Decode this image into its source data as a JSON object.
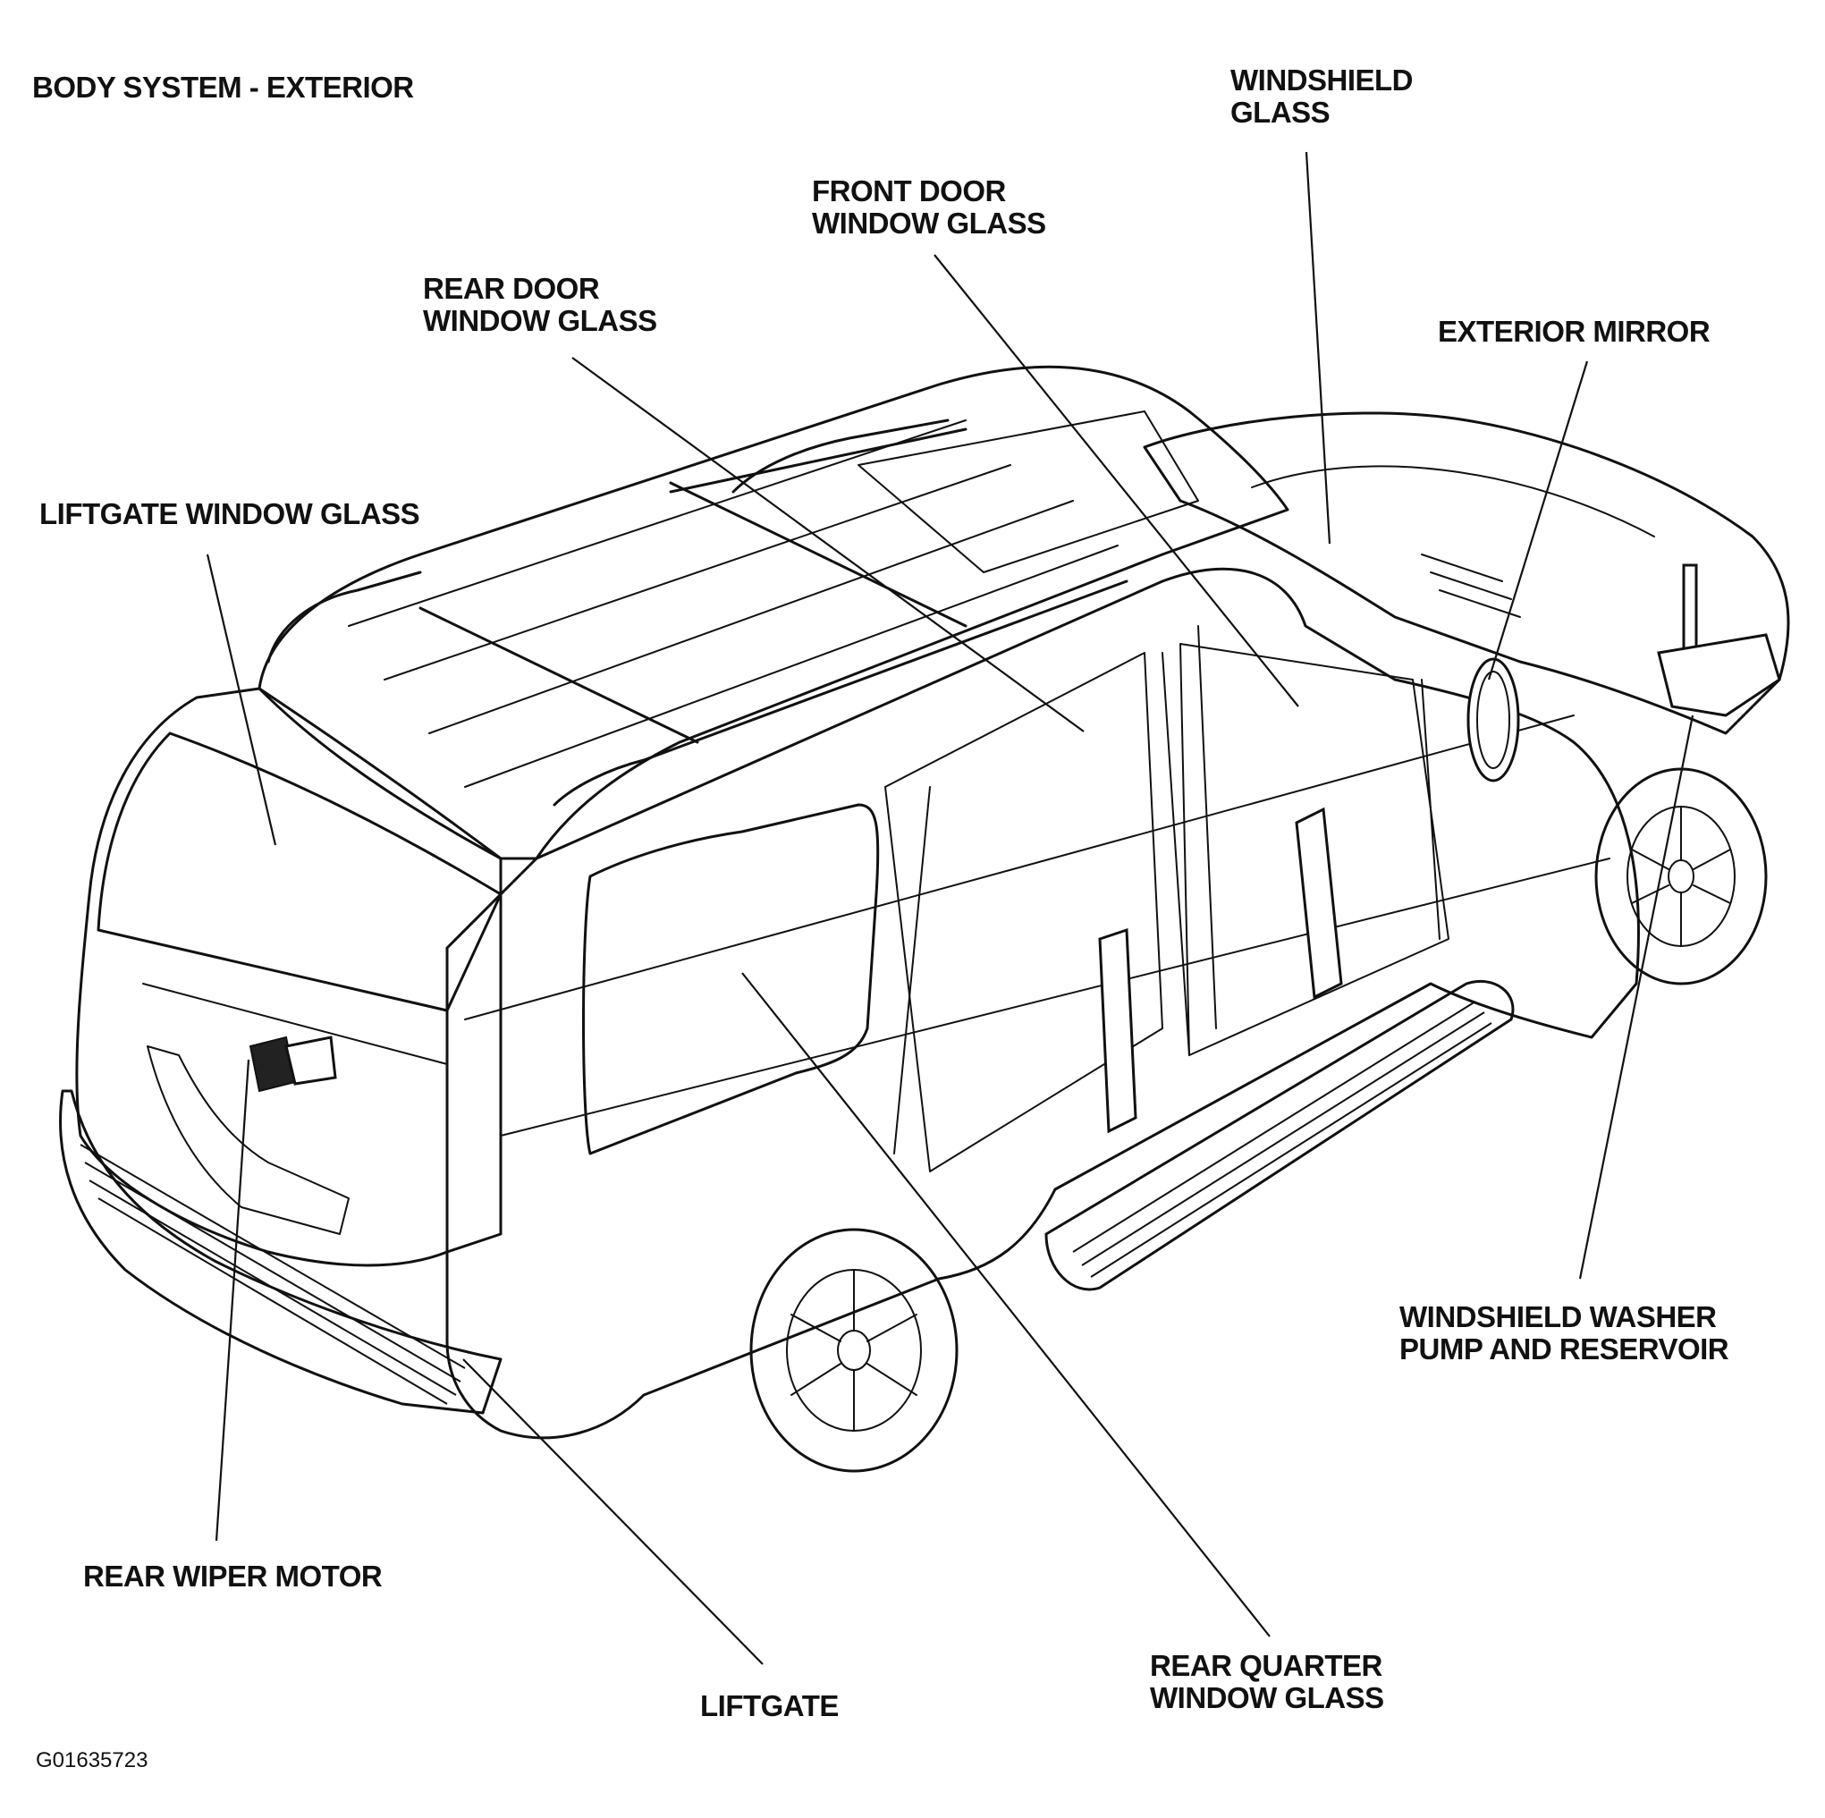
{
  "diagram": {
    "title": "BODY SYSTEM - EXTERIOR",
    "figure_id": "G01635723",
    "labels": {
      "windshield_glass": [
        "WINDSHIELD",
        "GLASS"
      ],
      "front_door_window_glass": [
        "FRONT DOOR",
        "WINDOW GLASS"
      ],
      "rear_door_window_glass": [
        "REAR DOOR",
        "WINDOW GLASS"
      ],
      "exterior_mirror": [
        "EXTERIOR MIRROR"
      ],
      "liftgate_window_glass": [
        "LIFTGATE WINDOW GLASS"
      ],
      "windshield_washer": [
        "WINDSHIELD WASHER",
        "PUMP AND RESERVOIR"
      ],
      "rear_wiper_motor": [
        "REAR WIPER MOTOR"
      ],
      "liftgate": [
        "LIFTGATE"
      ],
      "rear_quarter_window_glass": [
        "REAR QUARTER",
        "WINDOW GLASS"
      ]
    }
  }
}
